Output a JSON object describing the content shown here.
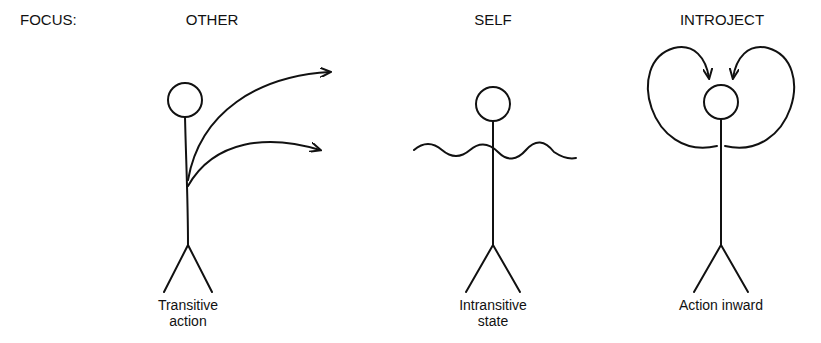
{
  "diagram": {
    "labels": [
      "FOCUS:",
      "OTHER",
      "SELF",
      "INTROJECT",
      "Transitive action",
      "Intransitive state",
      "Action inward"
    ]
  }
}
